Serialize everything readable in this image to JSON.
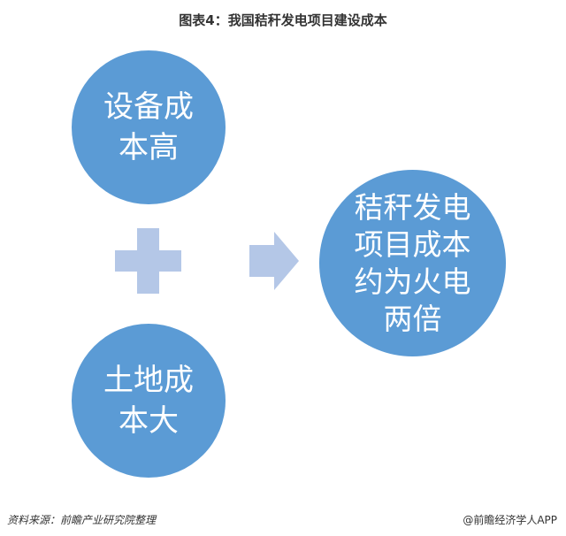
{
  "title": "图表4：我国秸秆发电项目建设成本",
  "nodes": {
    "equipment": "设备成本高",
    "land": "土地成本大",
    "result": "秸秆发电项目成本约为火电两倍"
  },
  "colors": {
    "circle": "#5B9BD5",
    "operator": "#B4C7E7"
  },
  "icons": {
    "plus": "plus-icon",
    "arrow": "arrow-right-icon"
  },
  "footer": {
    "source": "资料来源：前瞻产业研究院整理",
    "credit": "@前瞻经济学人APP"
  }
}
